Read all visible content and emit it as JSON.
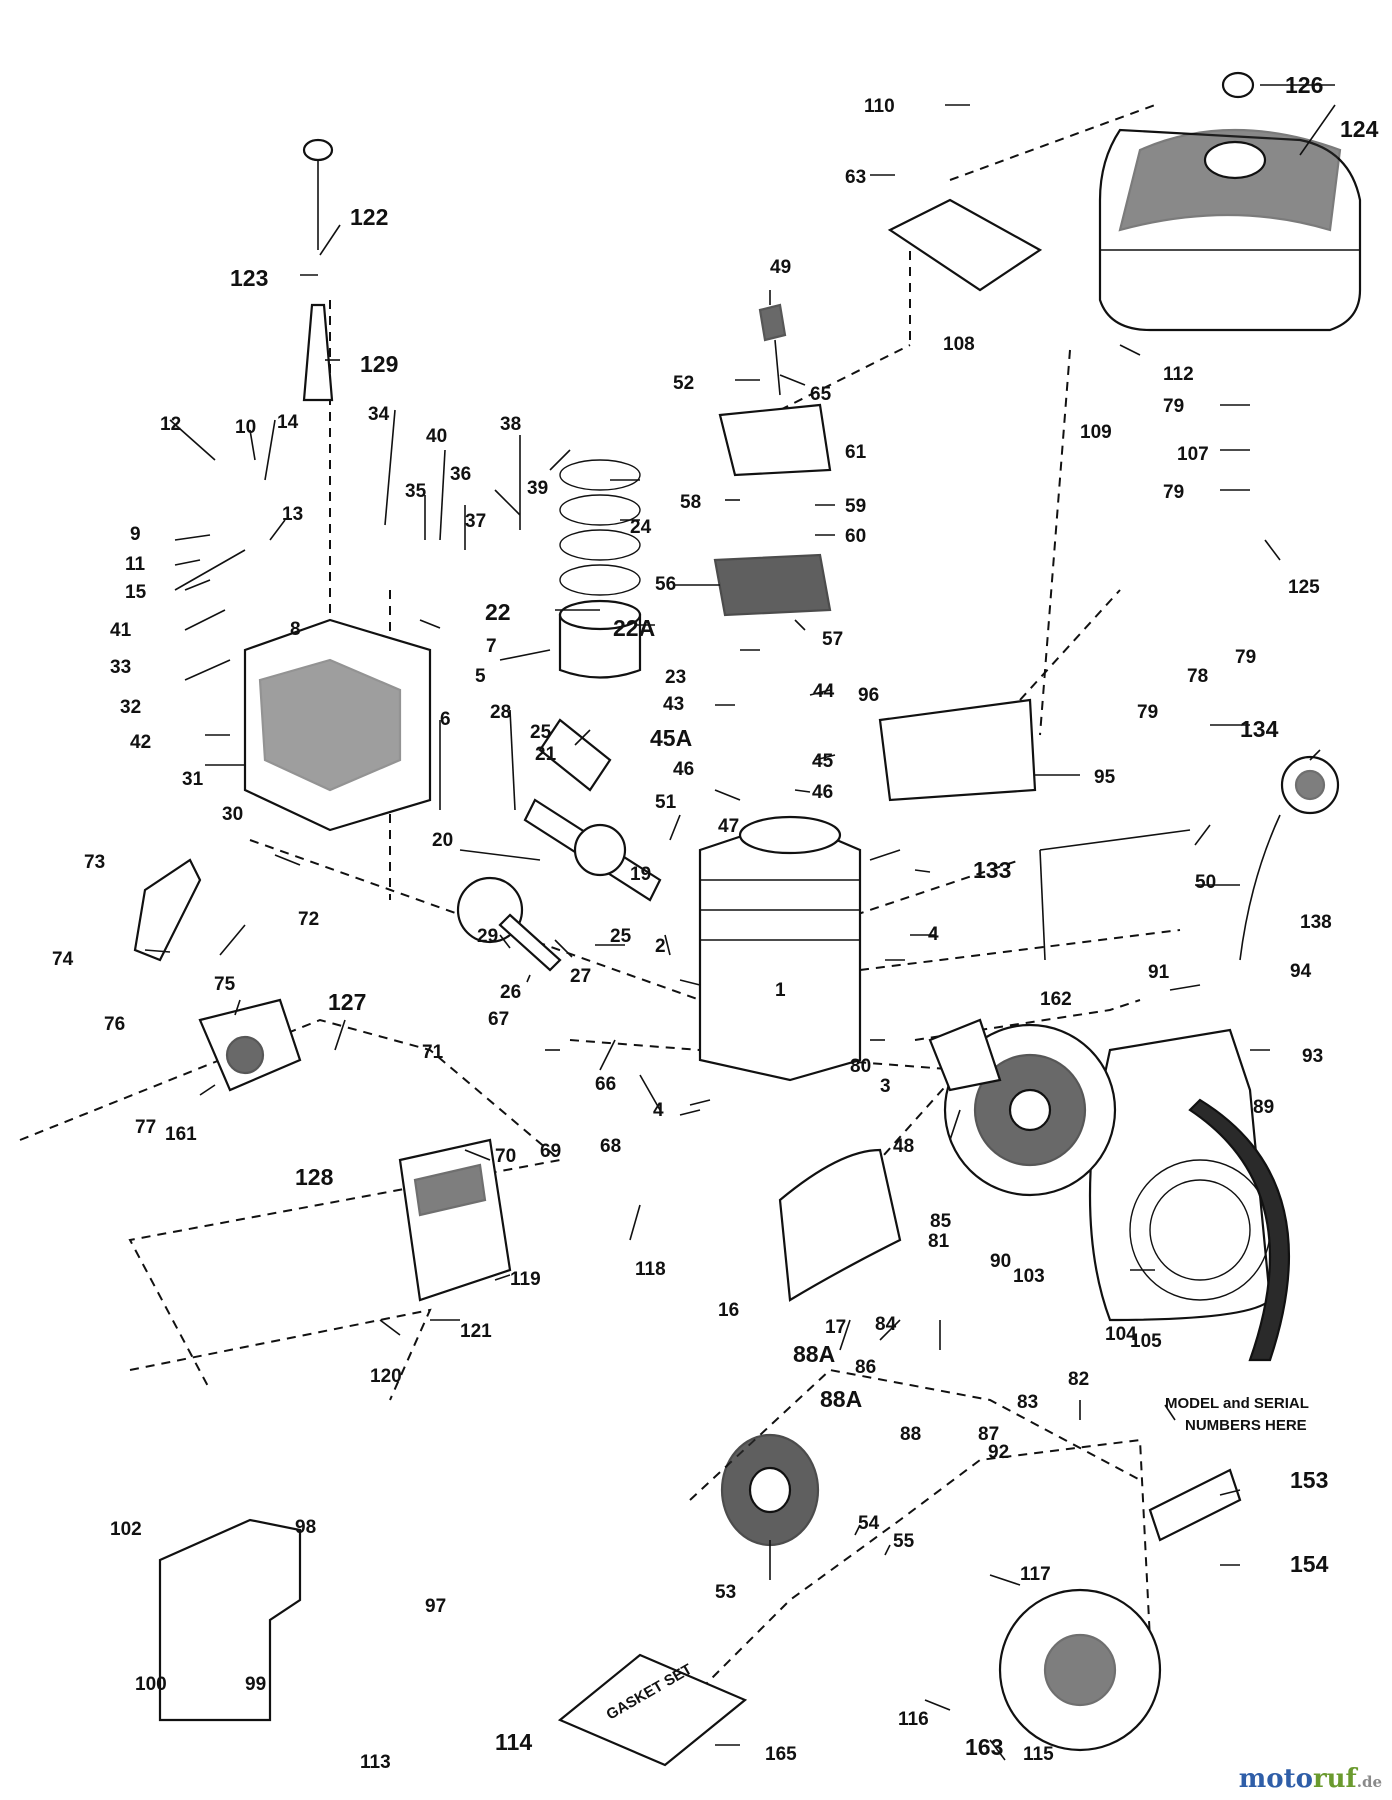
{
  "note": {
    "line1": "MODEL and SERIAL",
    "line2": "NUMBERS HERE"
  },
  "gasket_text": "GASKET SET",
  "watermark": {
    "brand_a": "moto",
    "brand_b": "ruf",
    "tld": ".de"
  },
  "labels": [
    "1",
    "2",
    "3",
    "4",
    "4",
    "5",
    "6",
    "7",
    "8",
    "9",
    "10",
    "11",
    "12",
    "13",
    "14",
    "15",
    "16",
    "17",
    "19",
    "20",
    "21",
    "22",
    "22A",
    "23",
    "24",
    "25",
    "25",
    "26",
    "27",
    "28",
    "29",
    "30",
    "31",
    "32",
    "33",
    "34",
    "35",
    "36",
    "37",
    "38",
    "39",
    "40",
    "41",
    "42",
    "43",
    "44",
    "45",
    "45A",
    "46",
    "46",
    "47",
    "48",
    "49",
    "50",
    "51",
    "52",
    "53",
    "54",
    "55",
    "56",
    "57",
    "58",
    "59",
    "60",
    "61",
    "63",
    "65",
    "66",
    "67",
    "68",
    "69",
    "70",
    "71",
    "72",
    "73",
    "74",
    "75",
    "76",
    "77",
    "78",
    "79",
    "79",
    "79",
    "79",
    "80",
    "81",
    "82",
    "83",
    "84",
    "85",
    "86",
    "87",
    "88",
    "88A",
    "88A",
    "89",
    "90",
    "91",
    "92",
    "93",
    "94",
    "95",
    "96",
    "97",
    "98",
    "99",
    "100",
    "102",
    "103",
    "104",
    "105",
    "107",
    "108",
    "109",
    "110",
    "112",
    "113",
    "114",
    "115",
    "116",
    "117",
    "118",
    "119",
    "120",
    "121",
    "122",
    "123",
    "124",
    "125",
    "126",
    "127",
    "128",
    "129",
    "133",
    "134",
    "138",
    "153",
    "154",
    "161",
    "162",
    "163",
    "165"
  ]
}
